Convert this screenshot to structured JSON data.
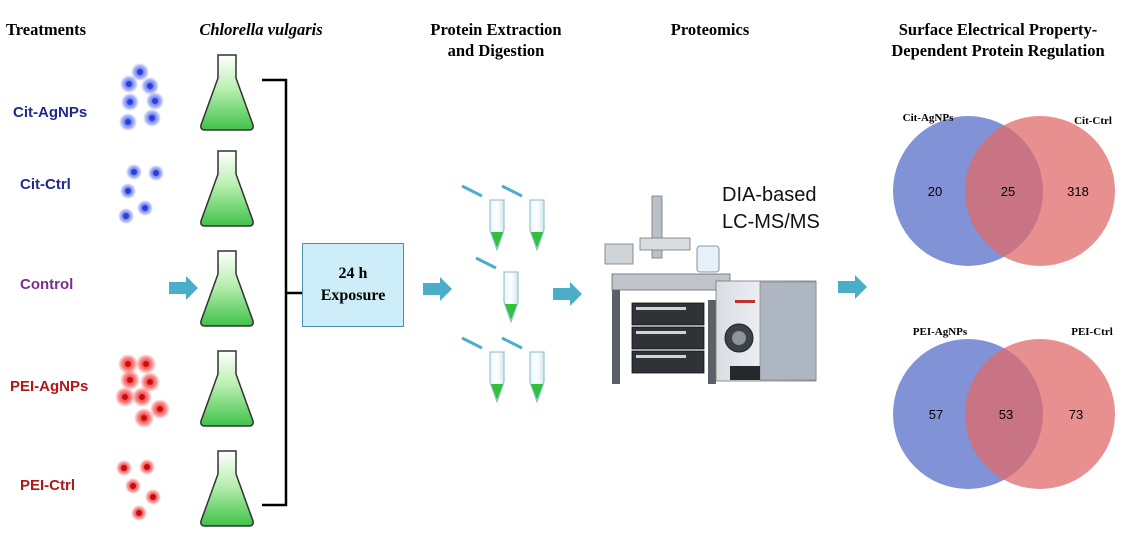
{
  "headers": {
    "treatments": "Treatments",
    "organism": "Chlorella vulgaris",
    "extraction_line1": "Protein Extraction",
    "extraction_line2": "and Digestion",
    "proteomics": "Proteomics",
    "regulation_line1": "Surface Electrical Property-",
    "regulation_line2": "Dependent Protein Regulation"
  },
  "treatments": [
    {
      "label": "Cit-AgNPs",
      "color": "#1f2a8c"
    },
    {
      "label": "Cit-Ctrl",
      "color": "#1f2a8c"
    },
    {
      "label": "Control",
      "color": "#7a2f8f"
    },
    {
      "label": "PEI-AgNPs",
      "color": "#b01818"
    },
    {
      "label": "PEI-Ctrl",
      "color": "#b01818"
    }
  ],
  "exposure_box": {
    "line1": "24 h",
    "line2": "Exposure"
  },
  "instrument_label": {
    "line1": "DIA-based",
    "line2": "LC-MS/MS"
  },
  "venn": [
    {
      "left_label": "Cit-AgNPs",
      "right_label": "Cit-Ctrl",
      "left_only": "20",
      "overlap": "25",
      "right_only": "318"
    },
    {
      "left_label": "PEI-AgNPs",
      "right_label": "PEI-Ctrl",
      "left_only": "57",
      "overlap": "53",
      "right_only": "73"
    }
  ],
  "colors": {
    "arrow": "#4aaec9",
    "cit_particle": "#3a4fe0",
    "pei_particle": "#e02020",
    "flask_fill": "#5fd35f",
    "venn_left": "#6b7fcf",
    "venn_right": "#e06a6a"
  }
}
